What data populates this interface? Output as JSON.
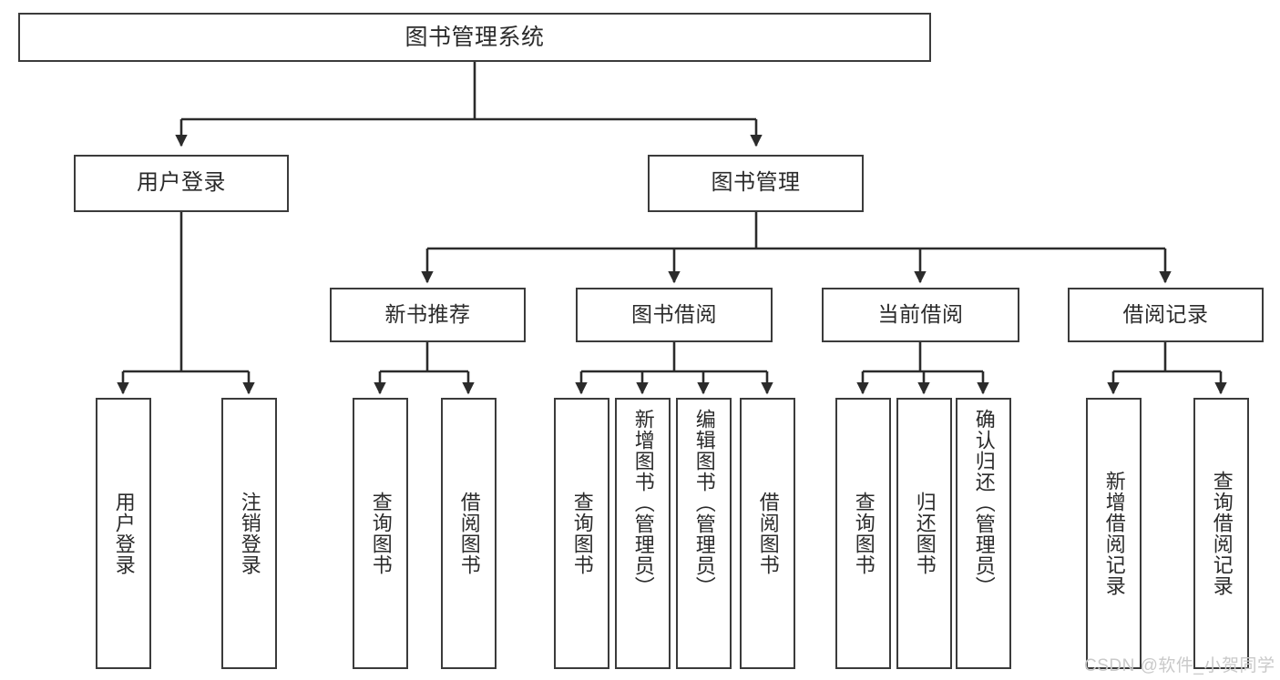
{
  "diagram": {
    "title": "图书管理系统",
    "type": "tree",
    "orientation": "top-down",
    "colors": {
      "box_border": "#3b3b3b",
      "box_fill": "#ffffff",
      "edge": "#2b2b2b",
      "text": "#2b2b2b",
      "watermark": "#c9c9c9",
      "background": "#ffffff"
    },
    "root": {
      "id": "root",
      "label": "图书管理系统"
    },
    "level2": [
      {
        "id": "l2-0",
        "label": "用户登录"
      },
      {
        "id": "l2-1",
        "label": "图书管理"
      }
    ],
    "level3": [
      {
        "id": "l3-0",
        "label": "新书推荐",
        "parent": "l2-1"
      },
      {
        "id": "l3-1",
        "label": "图书借阅",
        "parent": "l2-1"
      },
      {
        "id": "l3-2",
        "label": "当前借阅",
        "parent": "l2-1"
      },
      {
        "id": "l3-3",
        "label": "借阅记录",
        "parent": "l2-1"
      }
    ],
    "leaves": [
      {
        "id": "lf-0",
        "label": "用户登录",
        "parent": "l2-0"
      },
      {
        "id": "lf-1",
        "label": "注销登录",
        "parent": "l2-0"
      },
      {
        "id": "lf-2",
        "label": "查询图书",
        "parent": "l3-0"
      },
      {
        "id": "lf-3",
        "label": "借阅图书",
        "parent": "l3-0"
      },
      {
        "id": "lf-4",
        "label": "查询图书",
        "parent": "l3-1"
      },
      {
        "id": "lf-5",
        "label": "新增图书（管理员）",
        "parent": "l3-1"
      },
      {
        "id": "lf-6",
        "label": "编辑图书（管理员）",
        "parent": "l3-1"
      },
      {
        "id": "lf-7",
        "label": "借阅图书",
        "parent": "l3-1"
      },
      {
        "id": "lf-8",
        "label": "查询图书",
        "parent": "l3-2"
      },
      {
        "id": "lf-9",
        "label": "归还图书",
        "parent": "l3-2"
      },
      {
        "id": "lf-10",
        "label": "确认归还（管理员）",
        "parent": "l3-2"
      },
      {
        "id": "lf-11",
        "label": "新增借阅记录",
        "parent": "l3-3"
      },
      {
        "id": "lf-12",
        "label": "查询借阅记录",
        "parent": "l3-3"
      }
    ],
    "watermark": "CSDN @软件_小贺同学"
  }
}
